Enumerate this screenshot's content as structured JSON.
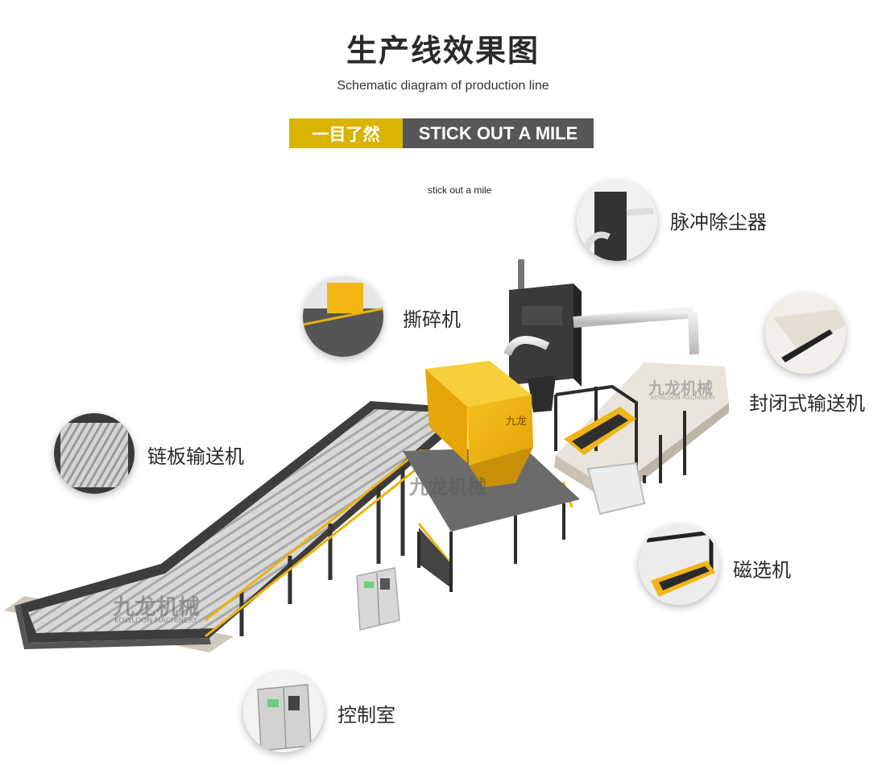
{
  "header": {
    "title": "生产线效果图",
    "subtitle": "Schematic diagram of production line",
    "banner_cn": "一目了然",
    "banner_en": "STICK OUT A MILE",
    "note": "stick out a mile"
  },
  "brand": {
    "logo_cn": "九龙机械",
    "logo_en": "KOWLOON MACHINERY",
    "nameplate": "九龙"
  },
  "callouts": {
    "dust_collector": "脉冲除尘器",
    "shredder": "撕碎机",
    "enclosed_conveyor": "封闭式输送机",
    "chain_conveyor": "链板输送机",
    "magnetic_separator": "磁选机",
    "control_room": "控制室"
  },
  "colors": {
    "accent_yellow": "#d9b400",
    "machine_yellow": "#f2b512",
    "dark_gray": "#555759",
    "steel": "#3b3b3b"
  }
}
